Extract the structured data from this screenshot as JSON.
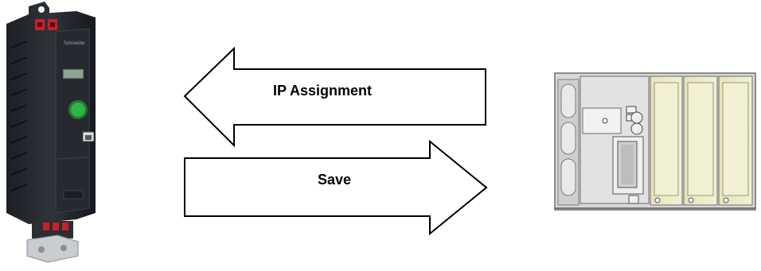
{
  "diagram": {
    "arrows": [
      {
        "id": "ip-assignment",
        "direction": "left",
        "label": "IP Assignment"
      },
      {
        "id": "save",
        "direction": "right",
        "label": "Save"
      }
    ],
    "devices": [
      {
        "id": "drive",
        "icon": "variable-speed-drive-icon"
      },
      {
        "id": "plc",
        "icon": "plc-rack-icon"
      }
    ]
  }
}
